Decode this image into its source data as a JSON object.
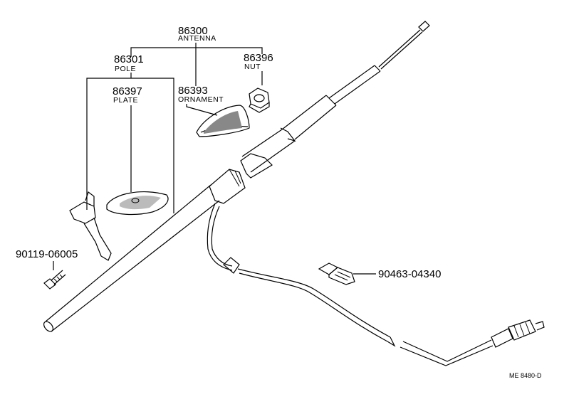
{
  "parts": {
    "antenna": {
      "number": "86300",
      "name": "ANTENNA"
    },
    "pole": {
      "number": "86301",
      "name": "POLE"
    },
    "nut": {
      "number": "86396",
      "name": "NUT"
    },
    "plate": {
      "number": "86397",
      "name": "PLATE"
    },
    "ornament": {
      "number": "86393",
      "name": "ORNAMENT"
    },
    "screw": {
      "number": "90119-06005"
    },
    "clip": {
      "number": "90463-04340"
    }
  },
  "drawing_code": "ME 8480-D"
}
